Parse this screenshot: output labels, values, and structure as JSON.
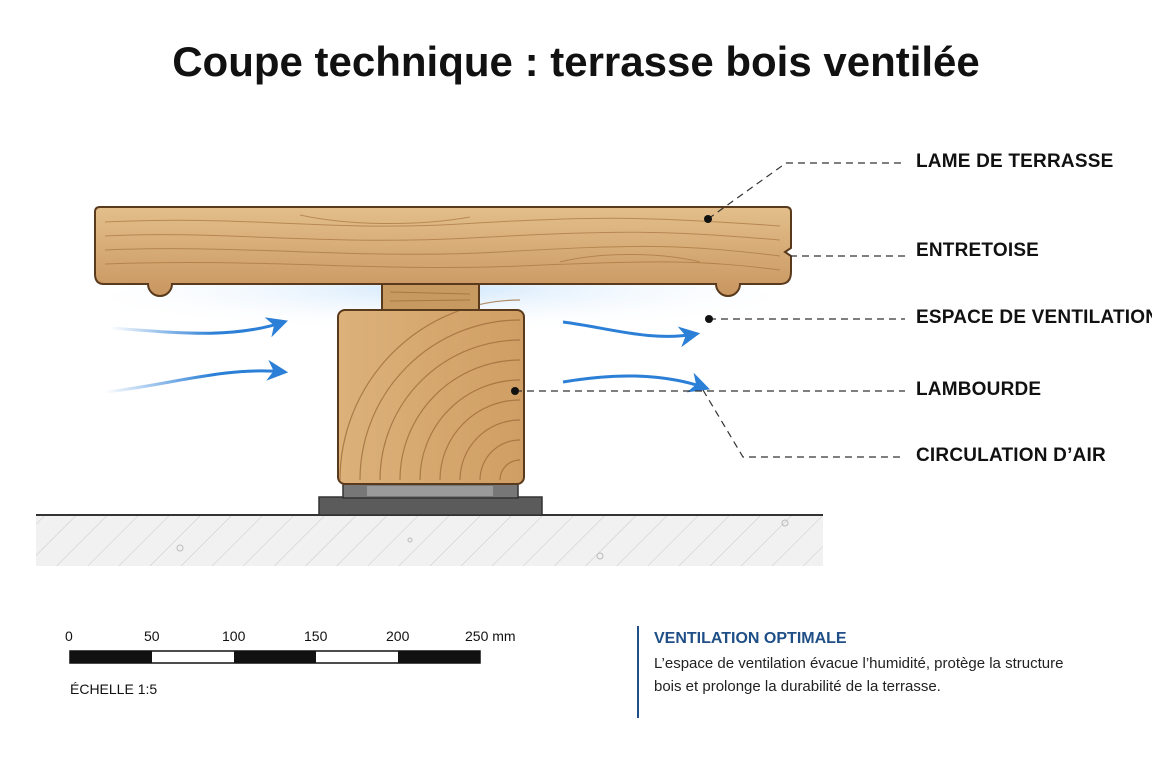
{
  "title": "Coupe technique : terrasse bois ventilée",
  "callouts": [
    "LAME DE TERRASSE",
    "ENTRETOISE",
    "ESPACE DE VENTILATION",
    "LAMBOURDE",
    "CIRCULATION D’AIR"
  ],
  "scale": {
    "labels": [
      "0",
      "50",
      "100",
      "150",
      "200",
      "250 mm"
    ],
    "caption": "ÉCHELLE 1:5"
  },
  "note": {
    "title": "VENTILATION OPTIMALE",
    "text": "L’espace de ventilation évacue l’humidité, protège la structure bois et prolonge la durabilité de la terrasse."
  },
  "colors": {
    "wood_light": "#d9b27c",
    "wood_dark": "#b07a45",
    "air_arrow": "#2b7fd6",
    "accent": "#1f4f86"
  }
}
